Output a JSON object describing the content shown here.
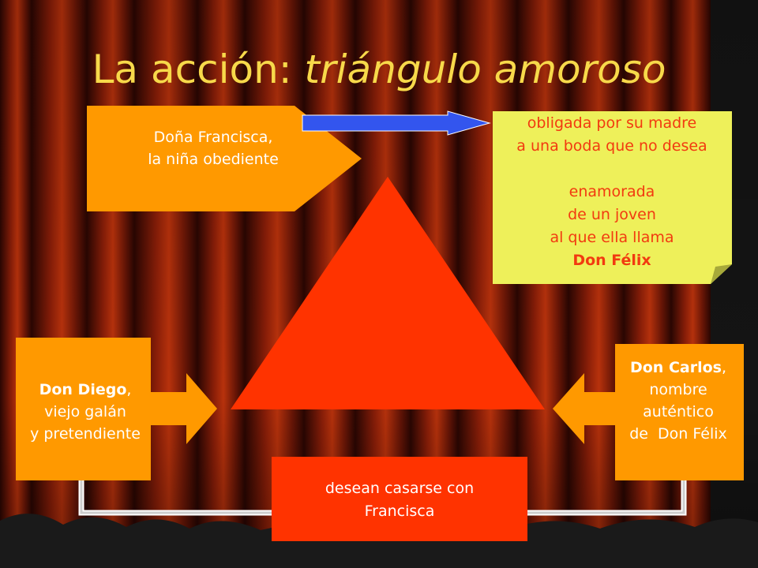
{
  "slide": {
    "title_plain": "La acción: ",
    "title_italic": "triángulo amoroso"
  },
  "francisca": {
    "line1": "Doña Francisca,",
    "line2": "la niña obediente"
  },
  "note": {
    "line1": "obligada por su madre",
    "line2": "a una boda que no desea",
    "line3": "enamorada",
    "line4": "de un joven",
    "line5": "al que ella llama",
    "line6": "Don Félix"
  },
  "diego": {
    "name": "Don Diego",
    "comma": ",",
    "line2": "viejo galán",
    "line3": "y pretendiente"
  },
  "carlos": {
    "name": "Don Carlos",
    "comma": ",",
    "line2": "nombre",
    "line3": "auténtico",
    "line4": "de  Don Félix"
  },
  "desean": {
    "line1": "desean casarse con",
    "line2": "Francisca"
  },
  "colors": {
    "orange": "#ff9900",
    "red": "#ff3300",
    "note_yellow": "#eef05a",
    "arrow_blue": "#3355ee",
    "title_yellow": "#f7d94a"
  }
}
